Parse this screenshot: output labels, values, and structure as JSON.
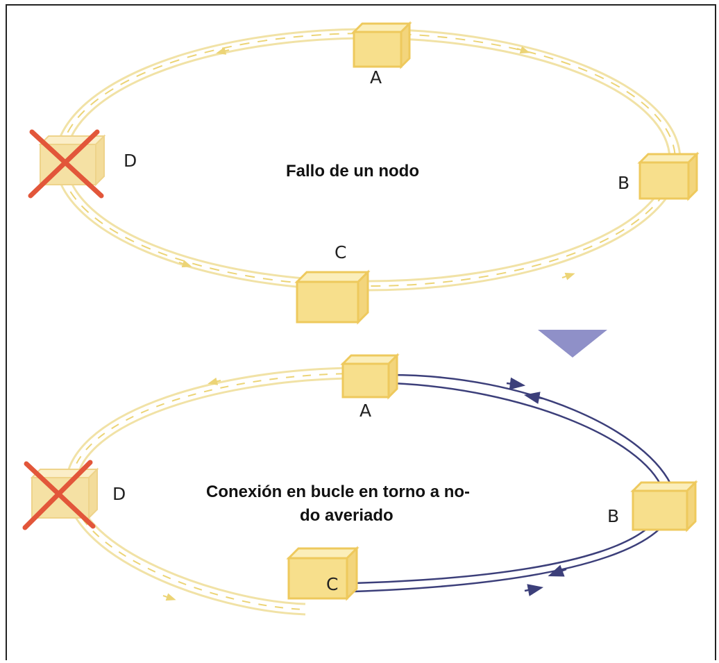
{
  "colors": {
    "ring": "#f1e2a6",
    "ring_dash": "#ecd476",
    "node_face": "#f7df8c",
    "node_edge": "#eec95d",
    "failure_cross": "#e2563a",
    "loop_path": "#3c3f7a",
    "arrow_down": "#8f90c8",
    "border": "#222222"
  },
  "top_panel": {
    "title": "Fallo de un nodo",
    "nodes": [
      {
        "id": "A",
        "label": "A",
        "failed": false
      },
      {
        "id": "B",
        "label": "B",
        "failed": false
      },
      {
        "id": "C",
        "label": "C",
        "failed": false
      },
      {
        "id": "D",
        "label": "D",
        "failed": true
      }
    ]
  },
  "transition": {
    "icon": "down-triangle-icon"
  },
  "bottom_panel": {
    "title_line1": "Conexión en bucle en torno a no-",
    "title_line2": "do averiado",
    "nodes": [
      {
        "id": "A",
        "label": "A",
        "failed": false
      },
      {
        "id": "B",
        "label": "B",
        "failed": false
      },
      {
        "id": "C",
        "label": "C",
        "failed": false
      },
      {
        "id": "D",
        "label": "D",
        "failed": true
      }
    ],
    "loop_path": [
      "A",
      "B",
      "C"
    ]
  }
}
